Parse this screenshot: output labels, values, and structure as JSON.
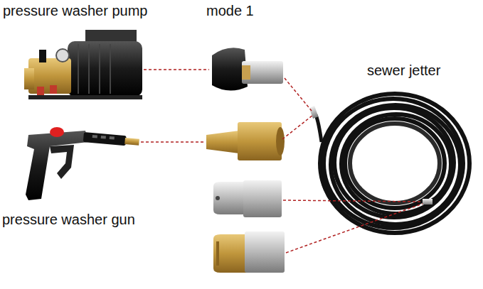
{
  "diagram": {
    "labels": [
      "pressure washer pump",
      "mode 1",
      "sewer jetter",
      "pressure washer gun"
    ]
  }
}
